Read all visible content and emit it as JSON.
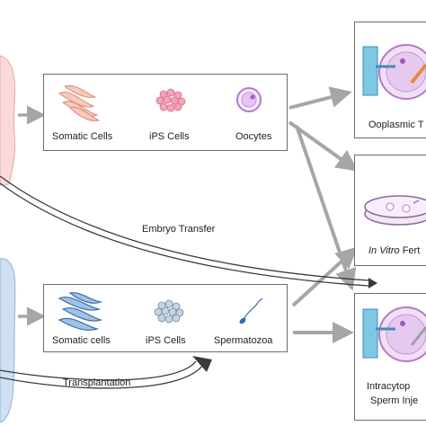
{
  "top_row": {
    "somatic_label": "Somatic Cells",
    "ips_label": "iPS Cells",
    "oocytes_label": "Oocytes"
  },
  "bottom_row": {
    "somatic_label": "Somatic cells",
    "ips_label": "iPS Cells",
    "spermatozoa_label": "Spermatozoa"
  },
  "curves": {
    "embryo_transfer_label": "Embryo Transfer",
    "transplantation_label": "Transplantation"
  },
  "right_panels": {
    "ooplasmic_label": "Ooplasmic T",
    "ivf_label_italic": "In Vitro",
    "ivf_label_rest": " Fert",
    "icsi_line1": "Intracytop",
    "icsi_line2": "Sperm Inje"
  },
  "colors": {
    "arrow_gray": "#a6a6a6",
    "box_border": "#6b6b6b",
    "female_pink": "#f9d9d9",
    "male_blue": "#cfe0f3",
    "ips_pink": "#f2a3b8",
    "oocyte_purple": "#c78be0",
    "somatic_blue": "#3b6fa8"
  }
}
